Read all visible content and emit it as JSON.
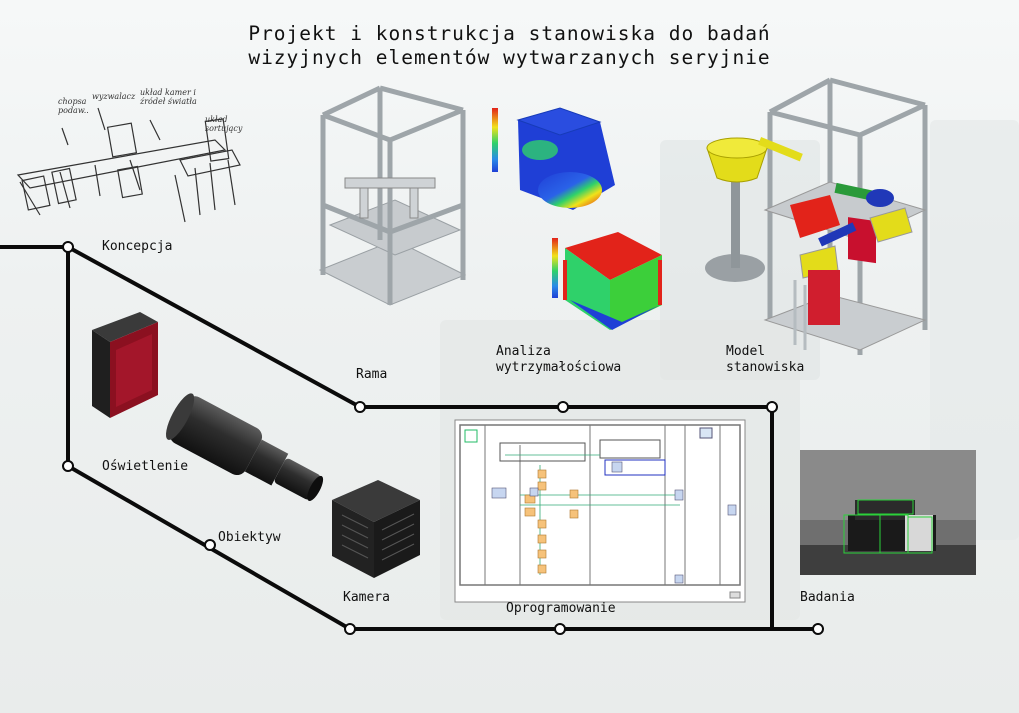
{
  "title": {
    "line1": "Projekt i konstrukcja stanowiska do badań",
    "line2": "wizyjnych elementów wytwarzanych seryjnie"
  },
  "sketch_notes": {
    "a": "chopsa podaw..",
    "b": "wyzwalacz",
    "c": "układ kamer i źródeł światła",
    "d": "układ sortujący"
  },
  "stages": {
    "koncepcja": "Koncepcja",
    "rama": "Rama",
    "analiza": "Analiza\nwytrzymałościowa",
    "model": "Model\nstanowiska",
    "oswietlenie": "Oświetlenie",
    "obiektyw": "Obiektyw",
    "kamera": "Kamera",
    "oprogramowanie": "Oprogramowanie",
    "badania": "Badania"
  },
  "colors": {
    "line": "#0b0b0b",
    "frame": "#a9b0b4",
    "plate": "#c9cdd0",
    "fea_blue": "#1f3fd6",
    "fea_red": "#e2231a",
    "fea_green": "#3ccf3a",
    "yellow": "#e3dc1a",
    "red_panel": "#c8102e",
    "illuminator": "#8b1020",
    "dark": "#2a2a2a"
  }
}
